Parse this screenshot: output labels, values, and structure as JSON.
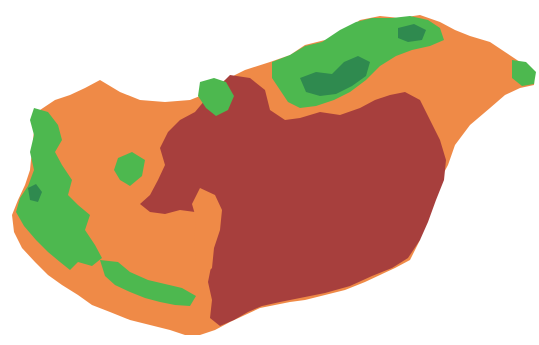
{
  "map": {
    "colors": {
      "background": "#ffffff",
      "orange": "#EF8A47",
      "red": "#A73F3D",
      "green": "#4DB84F",
      "dark_green": "#2F8A4F"
    },
    "regions": [
      {
        "id": "orange-lowland",
        "color_key": "orange"
      },
      {
        "id": "red-core",
        "color_key": "red"
      },
      {
        "id": "green-west",
        "color_key": "green"
      },
      {
        "id": "green-north",
        "color_key": "green"
      },
      {
        "id": "green-east-tip",
        "color_key": "green"
      },
      {
        "id": "green-southwest",
        "color_key": "green"
      },
      {
        "id": "dark-green-north",
        "color_key": "dark_green"
      }
    ]
  }
}
